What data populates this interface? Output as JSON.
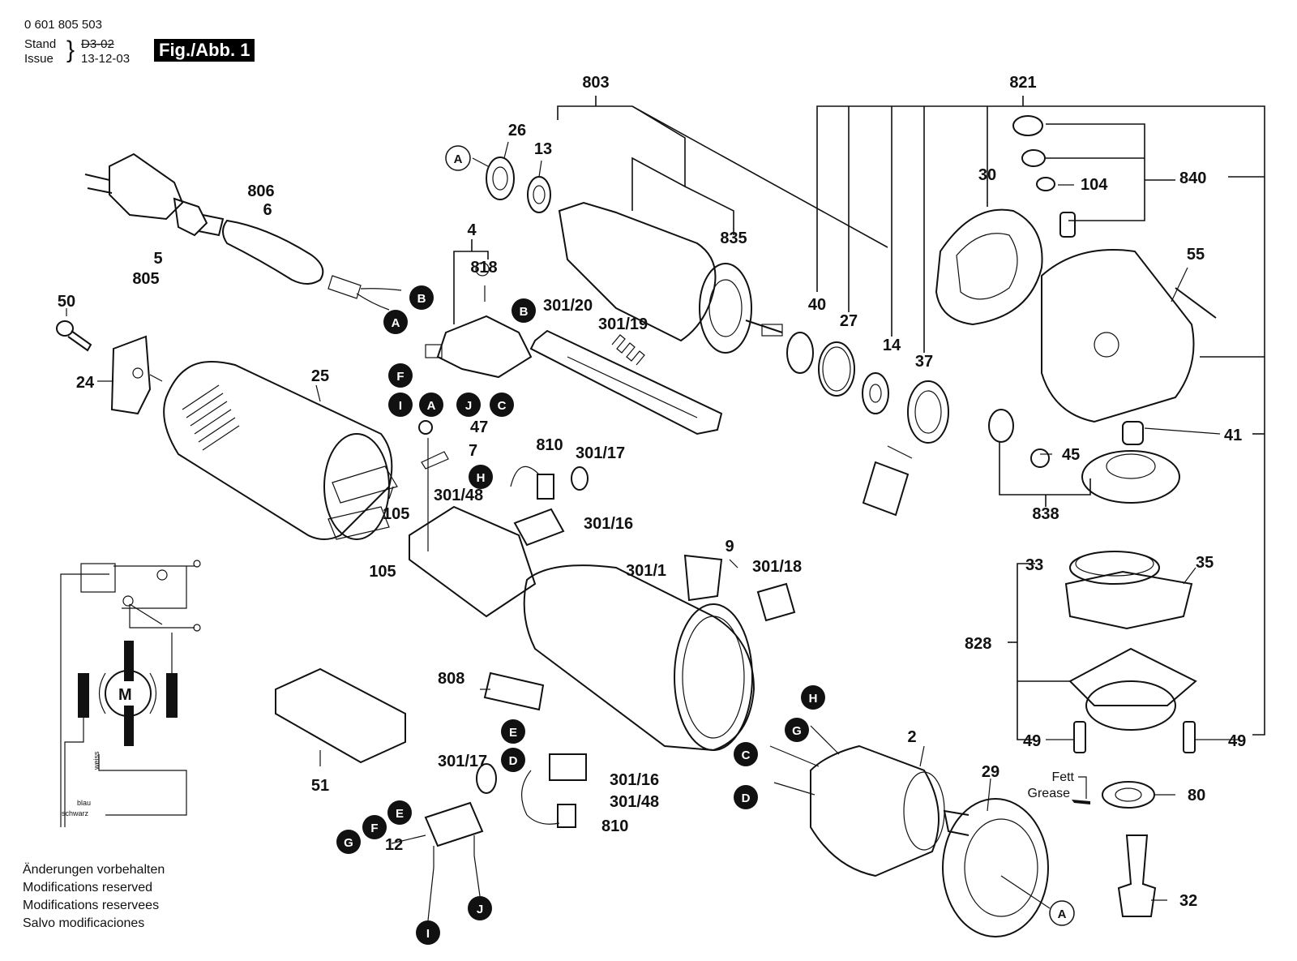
{
  "header": {
    "part_number": "0 601 805 503",
    "stand_label": "Stand",
    "issue_label": "Issue",
    "old_date": "D3-02",
    "issue_date": "13-12-03",
    "figure_label": "Fig./Abb. 1"
  },
  "footer": {
    "lines": [
      "Änderungen vorbehalten",
      "Modifications reserved",
      "Modifications reservees",
      "Salvo modificaciones"
    ]
  },
  "grease_note": {
    "de": "Fett",
    "en": "Grease"
  },
  "wiring": {
    "weiss": "weiss",
    "blau": "blau",
    "schwarz": "schwarz",
    "motor": "M"
  },
  "part_labels": {
    "p803": "803",
    "p821": "821",
    "p26": "26",
    "p13": "13",
    "p30": "30",
    "p104": "104",
    "p840": "840",
    "p806": "806",
    "p6": "6",
    "p5": "5",
    "p805": "805",
    "p835": "835",
    "p4": "4",
    "p818": "818",
    "p301_20": "301/20",
    "p301_19": "301/19",
    "p55": "55",
    "p50": "50",
    "p40": "40",
    "p27": "27",
    "p14": "14",
    "p37": "37",
    "p24": "24",
    "p25": "25",
    "p47": "47",
    "p7": "7",
    "p810a": "810",
    "p301_17a": "301/17",
    "p41": "41",
    "p45": "45",
    "p838": "838",
    "p105a": "105",
    "p301_48a": "301/48",
    "p301_16a": "301/16",
    "p105b": "105",
    "p301_1": "301/1",
    "p9": "9",
    "p301_18": "301/18",
    "p33": "33",
    "p35": "35",
    "p828": "828",
    "p808": "808",
    "p49a": "49",
    "p49b": "49",
    "p2": "2",
    "p301_17b": "301/17",
    "p301_16b": "301/16",
    "p301_48b": "301/48",
    "p810b": "810",
    "p51": "51",
    "p29": "29",
    "p80": "80",
    "p12": "12",
    "p32": "32"
  },
  "connector_markers": {
    "A1": "A",
    "B1": "B",
    "A2": "A",
    "B2": "B",
    "F": "F",
    "I1": "I",
    "A3": "A",
    "J1": "J",
    "C1": "C",
    "H1": "H",
    "E1": "E",
    "D1": "D",
    "H2": "H",
    "G1": "G",
    "C2": "C",
    "D2": "D",
    "G2": "G",
    "F2": "F",
    "E2": "E",
    "I2": "I",
    "J2": "J",
    "A4": "A"
  }
}
